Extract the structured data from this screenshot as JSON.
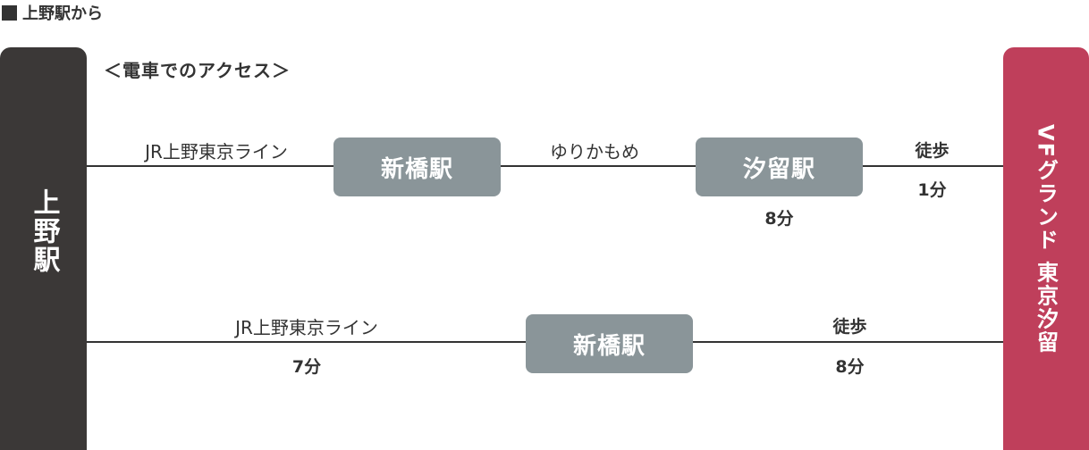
{
  "heading": "上野駅から",
  "subtitle": "＜電車でのアクセス＞",
  "origin": "上野駅",
  "destination": "VFグランド 東京汐留",
  "route1": {
    "line1": "JR上野東京ライン",
    "station1": "新橋駅",
    "line2": "ゆりかもめ",
    "station2": "汐留駅",
    "time2": "8分",
    "walk_label": "徒歩",
    "walk_time": "1分"
  },
  "route2": {
    "line1": "JR上野東京ライン",
    "time1": "7分",
    "station1": "新橋駅",
    "walk_label": "徒歩",
    "walk_time": "8分"
  },
  "colors": {
    "origin": "#3b3837",
    "destination": "#bf3f5b",
    "station": "#8a9599"
  }
}
